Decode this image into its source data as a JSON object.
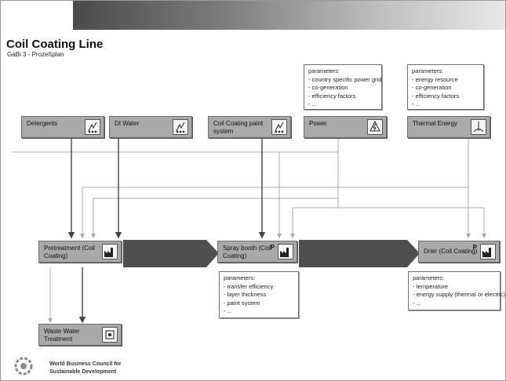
{
  "header": {
    "title": "Coil Coating Line",
    "subtitle": "GaBi 3 - Prozeßplan"
  },
  "nodes": {
    "detergents": "Detergents",
    "di_water": "DI Water",
    "paint_line1": "Coil Coating paint",
    "paint_line2": "system",
    "power": "Power",
    "thermal": "Thermal Energy",
    "pretreatment_line1": "Pretreatment (Coil",
    "pretreatment_line2": "Coating)",
    "spray_line1": "Spray booth (Coil",
    "spray_line2": "Coating)",
    "drier": "Drier (Coil Coating)",
    "waste_line1": "Waste Water",
    "waste_line2": "Treatment",
    "p_tag": "P"
  },
  "params": {
    "power": [
      "parameters:",
      "- country specific power grid",
      "- co-generation",
      "- efficiency factors",
      "- ..."
    ],
    "thermal": [
      "parameters:",
      "- energy resource",
      "- co-generation",
      "- efficiency factors",
      "- ..."
    ],
    "spray": [
      "parameters:",
      "- transfer efficiency",
      "- layer thickness",
      "- paint system",
      "- ..."
    ],
    "drier": [
      "parameters:",
      "- temperature",
      "- energy supply (thermal or electric)",
      "- ..."
    ]
  },
  "footer": {
    "org_line1": "World Business Council for",
    "org_line2": "Sustainable Development"
  },
  "icons": [
    "source-process-icon",
    "power-icon",
    "thermal-icon",
    "factory-icon",
    "treatment-icon",
    "wbcsd-logo"
  ],
  "colors": {
    "node_fill": "#a9a9a9",
    "arrow_fill": "#4f4f4f",
    "wire": "#a8a8a8",
    "strong_wire": "#444444"
  }
}
